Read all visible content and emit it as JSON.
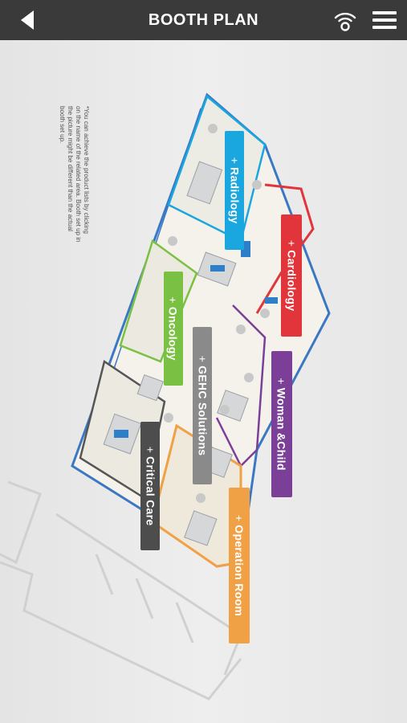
{
  "header": {
    "title": "BOOTH PLAN",
    "back_icon": "back-arrow-icon",
    "wifi_icon": "wifi-signal-icon",
    "menu_icon": "hamburger-menu-icon"
  },
  "note": "*You can achieve the product lists by clicking on the name of the related area. Booth set up in the picture might be different than the actual booth set up.",
  "areas": [
    {
      "label": "Radiology",
      "color": "#1aa6df"
    },
    {
      "label": "Cardiology",
      "color": "#e2343b"
    },
    {
      "label": "Oncology",
      "color": "#7ac143"
    },
    {
      "label": "GEHC Solutions",
      "color": "#8a8a8a"
    },
    {
      "label": "Woman &Child",
      "color": "#7b3f98"
    },
    {
      "label": "Critical Care",
      "color": "#4d4d4d"
    },
    {
      "label": "Operation Room",
      "color": "#f0a045"
    }
  ],
  "plus_glyph": "+",
  "colors": {
    "header_bg": "#3a3a3a",
    "canvas_bg": "#e8e8e8"
  }
}
